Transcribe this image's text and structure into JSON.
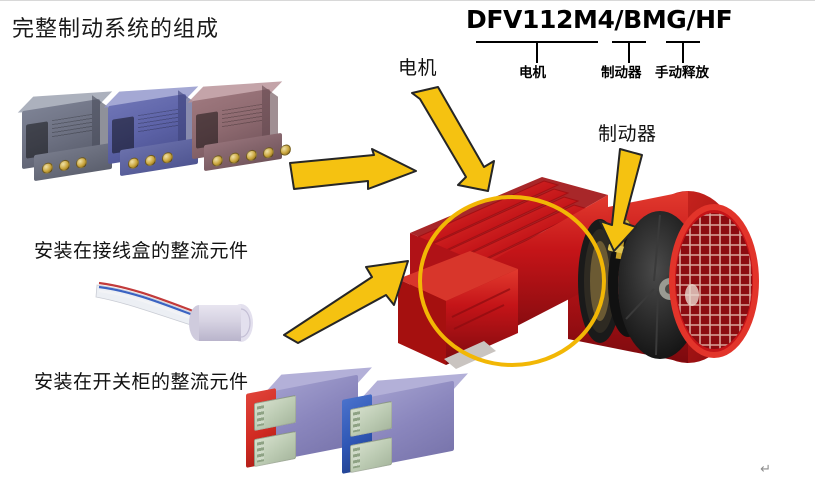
{
  "slide": {
    "title": "完整制动系统的组成",
    "paragraph_mark": "↵"
  },
  "model_designation": {
    "name": "DFV112M4/BMG/HF",
    "parts": [
      {
        "label": "电机"
      },
      {
        "label": "制动器"
      },
      {
        "label": "手动释放"
      }
    ]
  },
  "callouts": {
    "motor": "电机",
    "brake": "制动器"
  },
  "component_groups": [
    {
      "id": "junction-box-rectifier",
      "label": "安装在接线盒的整流元件"
    },
    {
      "id": "switch-cabinet-rectifier",
      "label": "安装在开关柜的整流元件"
    }
  ],
  "rectifier_bricks": [
    {
      "name": "brick-gray",
      "color": "#6d7182",
      "top_color": "#9aa0ae",
      "base_color": "#585c6b"
    },
    {
      "name": "brick-blue",
      "color": "#5d63a8",
      "top_color": "#8e93c9",
      "base_color": "#4d5292"
    },
    {
      "name": "brick-brown",
      "color": "#8e6a70",
      "top_color": "#b79096",
      "base_color": "#6f535a"
    }
  ],
  "din_modules": [
    {
      "name": "din-module-red",
      "face_color": "#d02a22",
      "body_color": "#8a86bd"
    },
    {
      "name": "din-module-blue",
      "face_color": "#2e56b4",
      "body_color": "#8a86bd"
    }
  ],
  "colors": {
    "arrow_fill": "#F5C211",
    "arrow_stroke": "#262626",
    "motor_red": "#C41418",
    "motor_red_dark": "#8E0D12",
    "highlight_circle": "#F2B705",
    "text": "#111111",
    "background": "#FFFFFF"
  }
}
